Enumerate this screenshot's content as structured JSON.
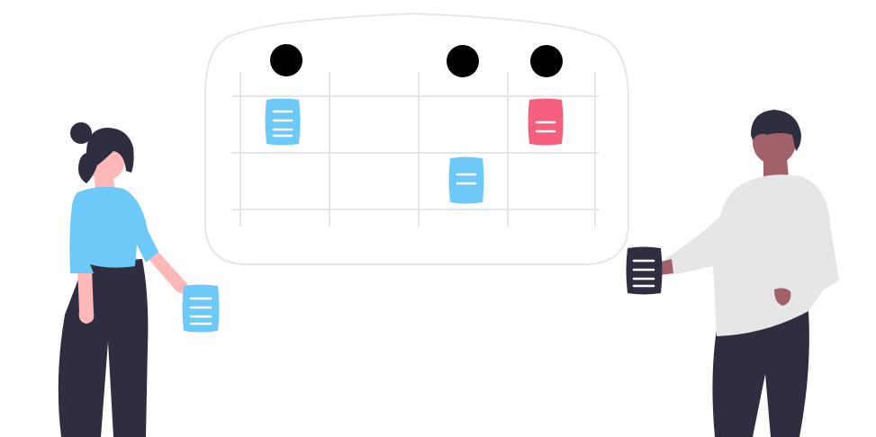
{
  "illustration": {
    "colors": {
      "board_outline": "#e6e6e6",
      "grid_line": "#e6e6e6",
      "check_circle": "#e6e6e6",
      "check_mark": "#ffffff",
      "note_blue": "#6cc9f8",
      "note_red": "#f55f7d",
      "note_dark": "#2f2e41",
      "note_line": "#ffffff",
      "woman_shirt": "#6cc9f8",
      "woman_pants": "#2f2e41",
      "woman_hair": "#2f2e41",
      "skin_light": "#ffb8b8",
      "man_shirt": "#e6e6e6",
      "man_pants": "#2f2e41",
      "man_hair": "#2f2e41",
      "skin_dark": "#a0616a"
    },
    "icons": [
      "check-circle-icon",
      "note-icon"
    ],
    "board": {
      "columns": 4,
      "rows": 2,
      "checked_columns": [
        1,
        3,
        4
      ],
      "notes": [
        {
          "row": 1,
          "column": 1,
          "color": "blue"
        },
        {
          "row": 1,
          "column": 4,
          "color": "red"
        },
        {
          "row": 2,
          "column": 3,
          "color": "blue"
        }
      ]
    },
    "people": [
      {
        "role": "woman",
        "holding_note_color": "blue"
      },
      {
        "role": "man",
        "holding_note_color": "dark"
      }
    ]
  }
}
